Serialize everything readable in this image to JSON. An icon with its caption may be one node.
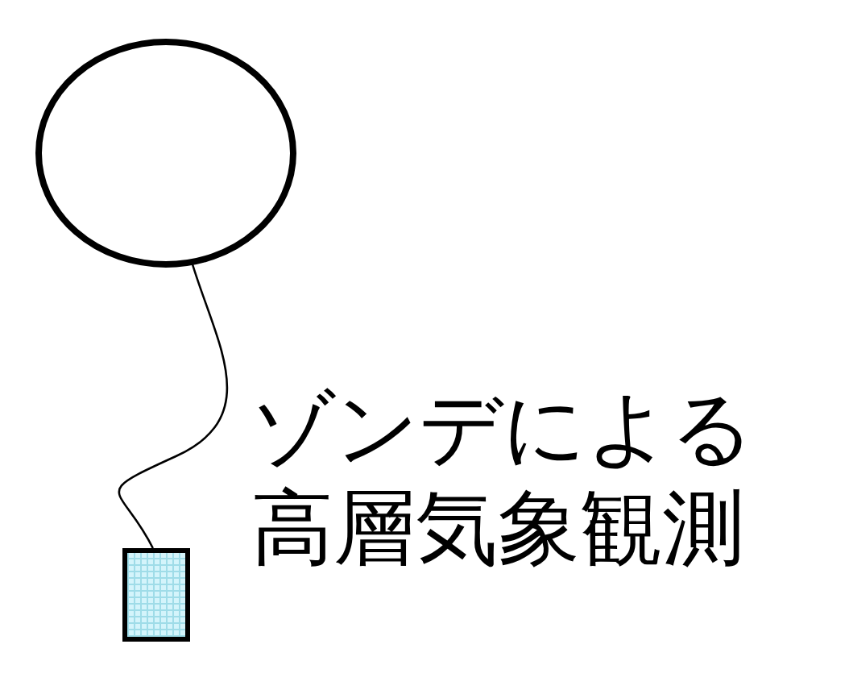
{
  "diagram": {
    "nodes": [
      {
        "text": [],
        "shape": "circle"
      },
      {
        "text": [],
        "shape": "box"
      }
    ],
    "edges": [
      {
        "from": 0,
        "to": 1,
        "arrow": "none"
      }
    ],
    "labels": [
      "ゾンデによる高層気象観測"
    ]
  }
}
